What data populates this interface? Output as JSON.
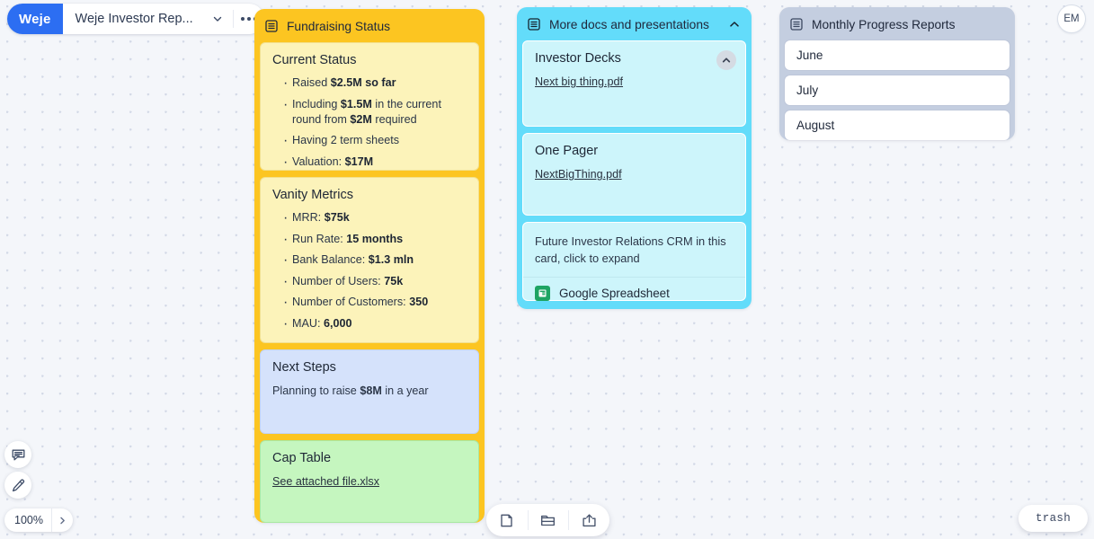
{
  "appbar": {
    "logo": "Weje",
    "doc_title": "Weje Investor Rep...",
    "chevron_icon": "chevron-down-icon",
    "more_icon": "more-horizontal-icon"
  },
  "avatar": {
    "initials": "EM"
  },
  "groups": [
    {
      "id": "fundraising",
      "icon": "board-list-icon",
      "title": "Fundraising Status",
      "color": "#fcc521",
      "cards": [
        {
          "id": "current-status",
          "title": "Current Status",
          "bullets": [
            [
              {
                "t": "Raised ",
                "b": false
              },
              {
                "t": "$2.5M so far",
                "b": true
              }
            ],
            [
              {
                "t": "Including ",
                "b": false
              },
              {
                "t": "$1.5M",
                "b": true
              },
              {
                "t": " in the current round from ",
                "b": false
              },
              {
                "t": "$2M",
                "b": true
              },
              {
                "t": " required",
                "b": false
              }
            ],
            [
              {
                "t": "Having 2 term sheets",
                "b": false
              }
            ],
            [
              {
                "t": "Valuation: ",
                "b": false
              },
              {
                "t": "$17M",
                "b": true
              }
            ]
          ]
        },
        {
          "id": "vanity-metrics",
          "title": "Vanity Metrics",
          "bullets": [
            [
              {
                "t": "MRR: ",
                "b": false
              },
              {
                "t": "$75k",
                "b": true
              }
            ],
            [
              {
                "t": "Run Rate: ",
                "b": false
              },
              {
                "t": "15 months",
                "b": true
              }
            ],
            [
              {
                "t": "Bank Balance: ",
                "b": false
              },
              {
                "t": "$1.3 mln",
                "b": true
              }
            ],
            [
              {
                "t": "Number of Users: ",
                "b": false
              },
              {
                "t": "75k",
                "b": true
              }
            ],
            [
              {
                "t": "Number of Customers: ",
                "b": false
              },
              {
                "t": "350",
                "b": true
              }
            ],
            [
              {
                "t": "MAU: ",
                "b": false
              },
              {
                "t": "6,000",
                "b": true
              }
            ]
          ]
        },
        {
          "id": "next-steps",
          "title": "Next Steps",
          "body": [
            {
              "t": "Planning to raise ",
              "b": false
            },
            {
              "t": "$8M",
              "b": true
            },
            {
              "t": " in a year",
              "b": false
            }
          ]
        },
        {
          "id": "cap-table",
          "title": "Cap Table",
          "link": "See attached file.xlsx"
        }
      ]
    },
    {
      "id": "more-docs",
      "icon": "board-list-icon",
      "title": "More docs and presentations",
      "color": "#63dcfa",
      "chevron_icon": "chevron-up-icon",
      "cards": [
        {
          "id": "investor-decks",
          "title": "Investor Decks",
          "link": "Next big thing.pdf",
          "collapse_icon": "chevron-up-icon"
        },
        {
          "id": "one-pager",
          "title": "One Pager",
          "link": "NextBigThing.pdf"
        },
        {
          "id": "crm-card",
          "body_text": "Future Investor Relations CRM in this card, click to expand",
          "attachment": {
            "icon": "google-spreadsheet-icon",
            "label": "Google Spreadsheet"
          }
        }
      ]
    },
    {
      "id": "monthly-progress",
      "icon": "board-list-icon",
      "title": "Monthly Progress Reports",
      "color": "#c4cee0",
      "rows": [
        "June",
        "July",
        "August"
      ]
    }
  ],
  "tools": {
    "comment_icon": "comment-icon",
    "pen_icon": "pencil-icon",
    "zoom_level": "100%",
    "zoom_next_icon": "chevron-right-icon",
    "bottom": [
      {
        "icon": "sticky-note-icon",
        "name": "add-note-button"
      },
      {
        "icon": "folder-icon",
        "name": "add-file-button"
      },
      {
        "icon": "upload-icon",
        "name": "share-button"
      }
    ],
    "trash_label": "trash"
  }
}
